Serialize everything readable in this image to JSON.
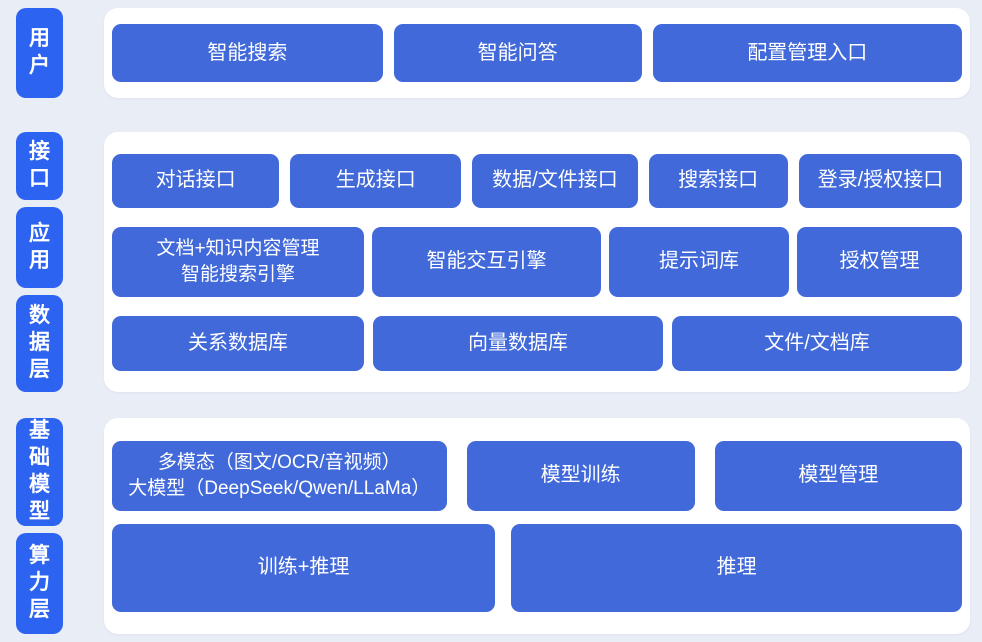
{
  "diagram": {
    "colors": {
      "background": "#e9edf6",
      "panel": "#ffffff",
      "layer_chip": "#2c63f1",
      "block": "#4169d9",
      "text": "#ffffff"
    },
    "sections": [
      {
        "labels": [
          {
            "text": "用户"
          }
        ],
        "rows": [
          {
            "buttons": [
              {
                "label": "智能搜索"
              },
              {
                "label": "智能问答"
              },
              {
                "label": "配置管理入口"
              }
            ]
          }
        ]
      },
      {
        "labels": [
          {
            "text": "接口"
          },
          {
            "text": "应用"
          },
          {
            "text": "数据层"
          }
        ],
        "rows": [
          {
            "buttons": [
              {
                "label": "对话接口"
              },
              {
                "label": "生成接口"
              },
              {
                "label": "数据/文件接口"
              },
              {
                "label": "搜索接口"
              },
              {
                "label": "登录/授权接口"
              }
            ]
          },
          {
            "buttons": [
              {
                "label": "文档+知识内容管理\n智能搜索引擎"
              },
              {
                "label": "智能交互引擎"
              },
              {
                "label": "提示词库"
              },
              {
                "label": "授权管理"
              }
            ]
          },
          {
            "buttons": [
              {
                "label": "关系数据库"
              },
              {
                "label": "向量数据库"
              },
              {
                "label": "文件/文档库"
              }
            ]
          }
        ]
      },
      {
        "labels": [
          {
            "text": "基础模型"
          },
          {
            "text": "算力层"
          }
        ],
        "rows": [
          {
            "buttons": [
              {
                "label": "多模态（图文/OCR/音视频）\n大模型（DeepSeek/Qwen/LLaMa）"
              },
              {
                "label": "模型训练"
              },
              {
                "label": "模型管理"
              }
            ]
          },
          {
            "buttons": [
              {
                "label": "训练+推理"
              },
              {
                "label": "推理"
              }
            ]
          }
        ]
      }
    ]
  }
}
